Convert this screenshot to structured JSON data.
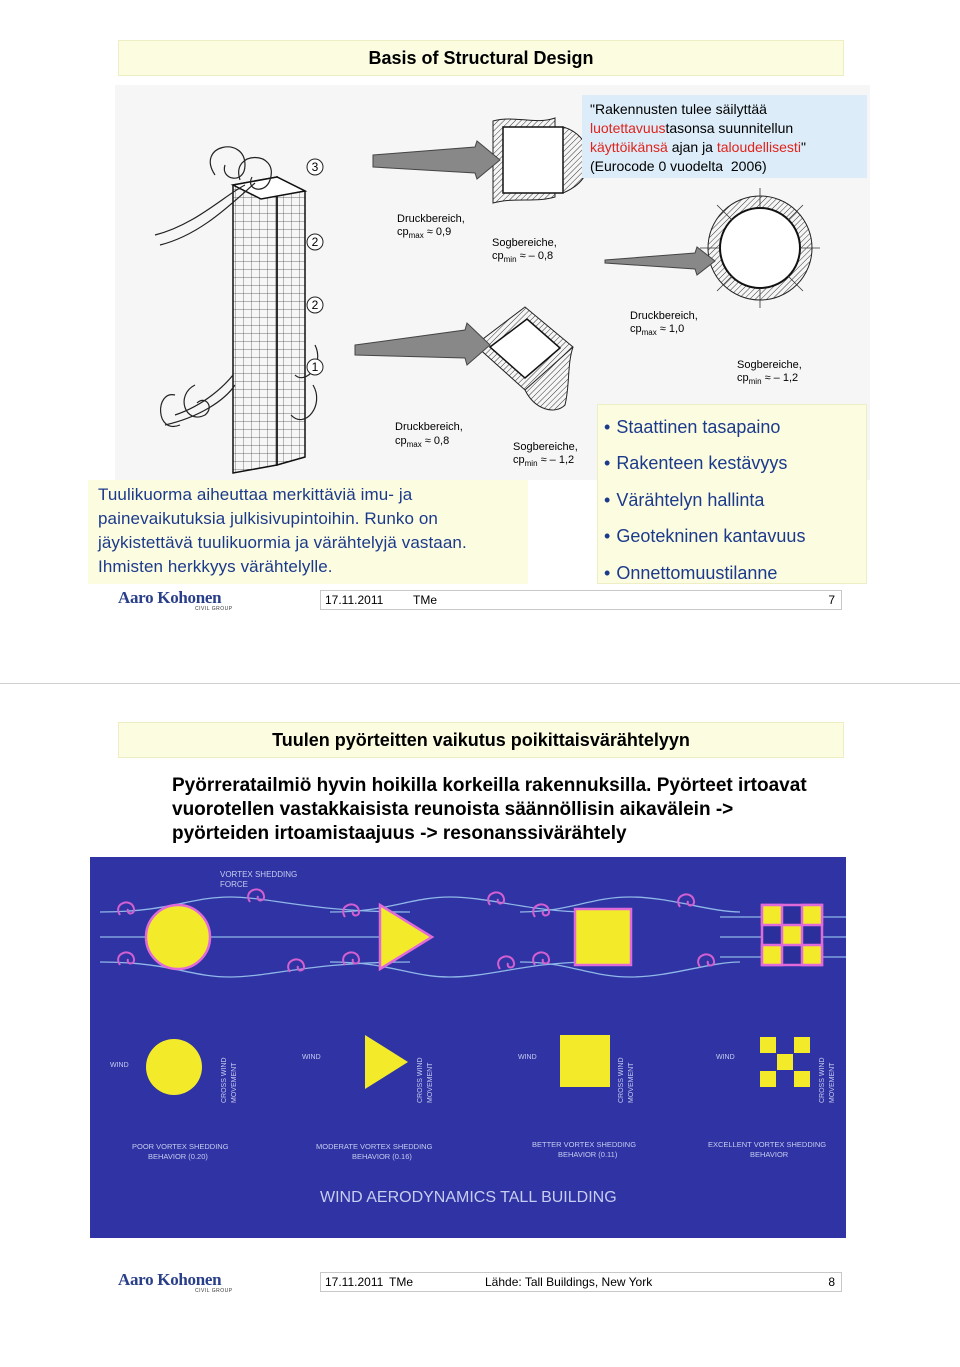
{
  "slide1": {
    "title": "Basis of Structural Design",
    "quote": {
      "line1": "\"Rakennusten tulee säilyttää",
      "emph1": "luotettavuus",
      "line2_rest": "tasonsa suunnitellun",
      "emph2": "käyttöikänsä",
      "line3_mid": " ajan ja ",
      "emph3": "taloudellisesti",
      "line3_end": "\"",
      "line4": "(Eurocode 0 vuodelta  2006)"
    },
    "diagram": {
      "labels": {
        "n3": "3",
        "n2a": "2",
        "n2b": "2",
        "n1": "1",
        "druck1": "Druckbereich,",
        "cp1": "cp",
        "cp1sub": "max",
        "cp1val": " ≈ 0,9",
        "sog1": "Sogbereiche,",
        "cp2": "cp",
        "cp2sub": "min",
        "cp2val": " ≈ – 0,8",
        "druck2": "Druckbereich,",
        "cp3": "cp",
        "cp3sub": "max",
        "cp3val": " ≈ 1,0",
        "sog2": "Sogbereiche,",
        "cp4": "cp",
        "cp4sub": "min",
        "cp4val": " ≈ – 1,2",
        "druck3": "Druckbereich,",
        "cp5": "cp",
        "cp5sub": "max",
        "cp5val": " ≈ 0,8",
        "sog3": "Sogbereiche,",
        "cp6": "cp",
        "cp6sub": "min",
        "cp6val": " ≈ – 1,2"
      }
    },
    "description": "Tuulikuorma aiheuttaa merkittäviä imu- ja painevaikutuksia julkisivupintoihin. Runko on jäykistettävä tuulikuormia ja värähtelyjä vastaan. Ihmisten herkkyys värähtelylle.",
    "bullets": [
      "Staattinen tasapaino",
      "Rakenteen kestävyys",
      "Värähtelyn hallinta",
      "Geotekninen kantavuus",
      "Onnettomuustilanne"
    ],
    "logo": "Aaro Kohonen",
    "logo_sub": "CIVIL GROUP",
    "footer": {
      "date": "17.11.2011",
      "author": "TMe",
      "page": "7"
    }
  },
  "slide2": {
    "title": "Tuulen pyörteitten vaikutus poikittaisvärähtelyyn",
    "description": "Pyörreratailmiö hyvin hoikilla korkeilla rakennuksilla. Pyörteet irtoavat vuorotellen vastakkaisista reunoista säännöllisin aikavälein -> pyörteiden irtoamistaajuus -> resonanssivärähtely",
    "photo": {
      "top_label1": "VORTEX SHEDDING",
      "top_label2": "FORCE",
      "wind": "WIND",
      "cross1": "CROSS WIND",
      "cross2": "MOVEMENT",
      "cap1a": "POOR VORTEX SHEDDING",
      "cap1b": "BEHAVIOR (0.20)",
      "cap2a": "MODERATE VORTEX SHEDDING",
      "cap2b": "BEHAVIOR (0.16)",
      "cap3a": "BETTER VORTEX SHEDDING",
      "cap3b": "BEHAVIOR (0.11)",
      "cap4a": "EXCELLENT VORTEX SHEDDING",
      "cap4b": "BEHAVIOR",
      "main": "WIND AERODYNAMICS TALL BUILDING",
      "colors": {
        "background": "#2b2f9c",
        "shape": "#f3eb2a",
        "vortex": "#d35fd0",
        "stream": "#8fb7e8"
      }
    },
    "logo": "Aaro Kohonen",
    "logo_sub": "CIVIL GROUP",
    "footer": {
      "date": "17.11.2011",
      "author": "TMe",
      "source": "Lähde: Tall Buildings, New York",
      "page": "8"
    }
  }
}
